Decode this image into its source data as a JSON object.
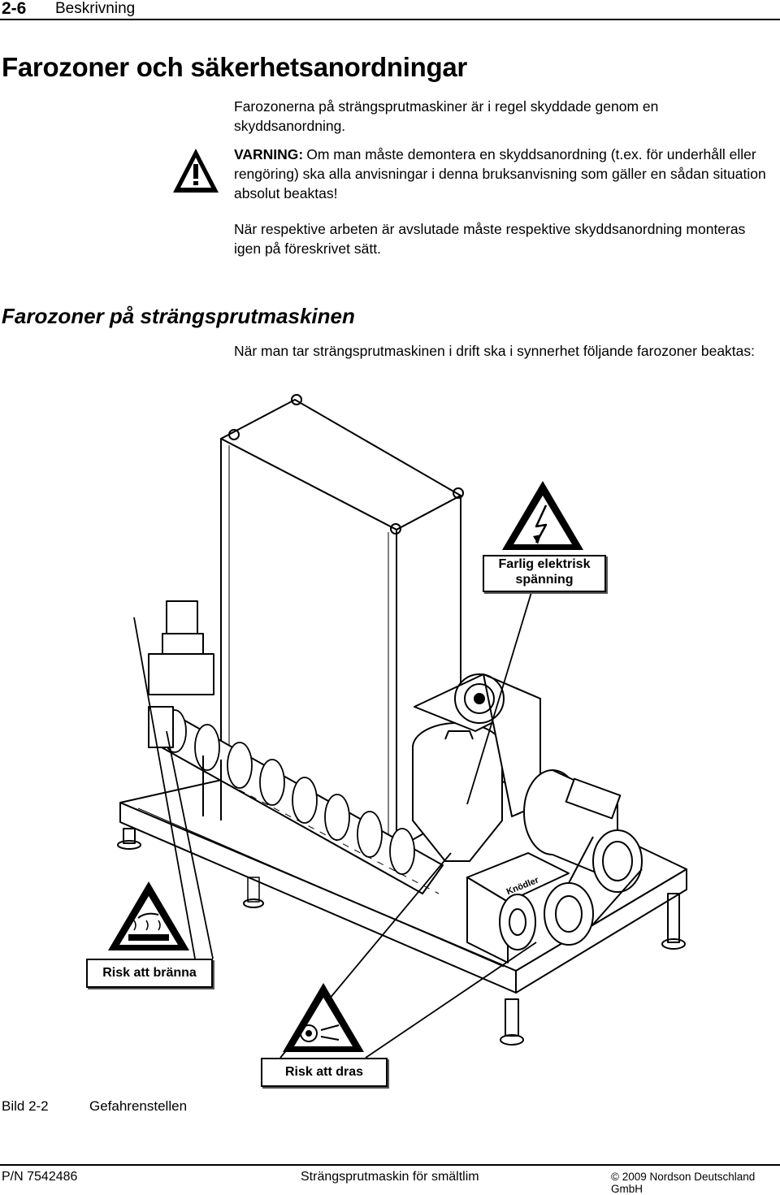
{
  "header": {
    "page_number": "2-6",
    "section": "Beskrivning"
  },
  "main": {
    "title": "Farozoner och säkerhetsanordningar",
    "intro": "Farozonerna på strängsprutmaskiner är i regel skyddade genom en skyddsanordning.",
    "warning_label": "VARNING:",
    "warning_text": "Om man måste demontera en skyddsanordning (t.ex. för underhåll eller rengöring) ska alla anvisningar i denna bruksanvisning som gäller en sådan situation absolut beaktas!",
    "after_warning": "När respektive arbeten är avslutade måste respektive skyddsanordning monteras igen på föreskrivet sätt.",
    "subtitle": "Farozoner på strängsprutmaskinen",
    "sub_intro": "När man tar strängsprutmaskinen i drift ska i synnerhet följande farozoner beaktas:"
  },
  "figure": {
    "labels": {
      "electric": "Farlig elektrisk spänning",
      "burn": "Risk att bränna",
      "drag": "Risk att dras"
    },
    "machine_nameplate": "Knödler",
    "caption_label": "Bild 2-2",
    "caption_text": "Gefahrenstellen"
  },
  "footer": {
    "part_number": "P/N 7542486",
    "doc_title": "Strängsprutmaskin för smältlim",
    "copyright": "© 2009  Nordson Deutschland GmbH"
  },
  "icons": [
    "warning-triangle-icon",
    "electric-hazard-icon",
    "hot-surface-icon",
    "entanglement-hazard-icon"
  ]
}
